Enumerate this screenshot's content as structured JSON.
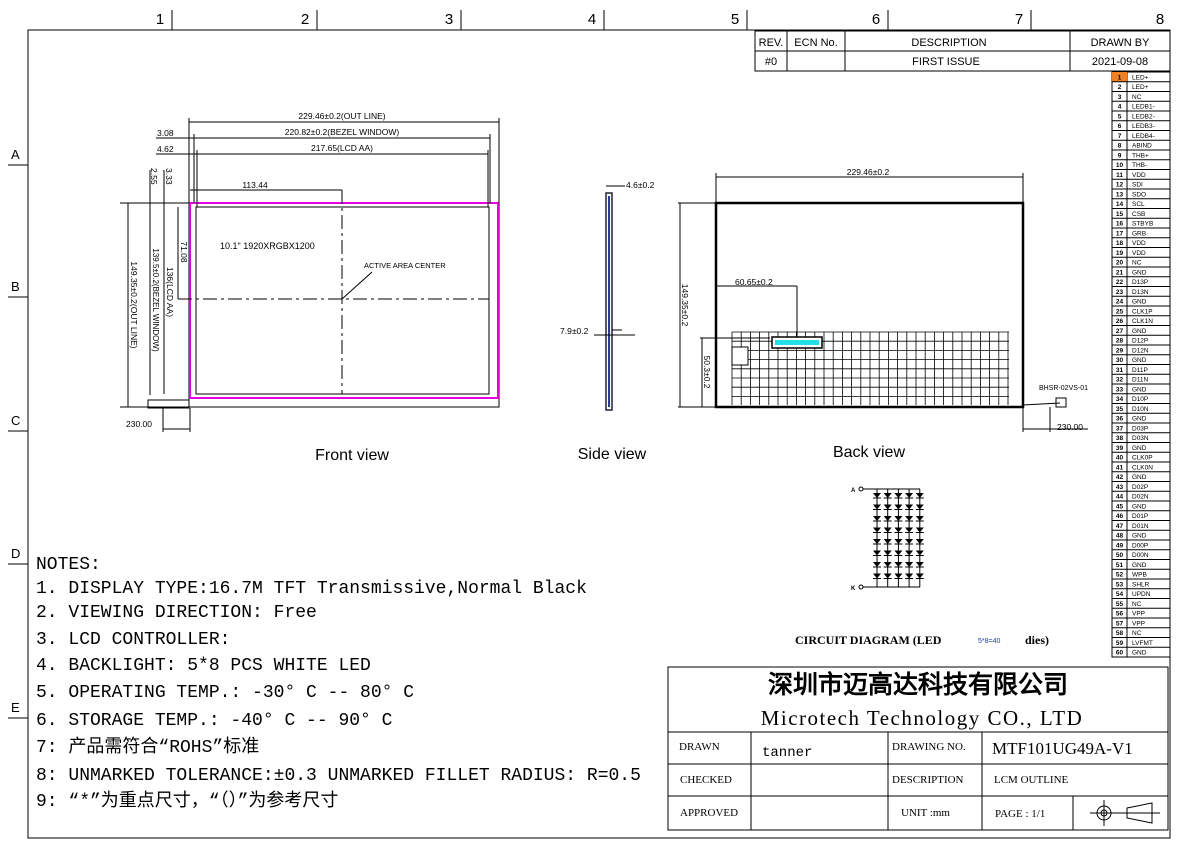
{
  "frame": {
    "columns": [
      "1",
      "2",
      "3",
      "4",
      "5",
      "6",
      "7",
      "8"
    ],
    "rows": [
      "A",
      "B",
      "C",
      "D",
      "E"
    ]
  },
  "revision_table": {
    "headers": [
      "REV.",
      "ECN  No.",
      "DESCRIPTION",
      "DRAWN  BY"
    ],
    "rows": [
      [
        "#0",
        "",
        "FIRST ISSUE",
        "2021-09-08"
      ]
    ]
  },
  "pins": [
    [
      "1",
      "LED+"
    ],
    [
      "2",
      "LED+"
    ],
    [
      "3",
      "NC"
    ],
    [
      "4",
      "LEDB1-"
    ],
    [
      "5",
      "LEDB2-"
    ],
    [
      "6",
      "LEDB3-"
    ],
    [
      "7",
      "LEDB4-"
    ],
    [
      "8",
      "ABIND"
    ],
    [
      "9",
      "THB+"
    ],
    [
      "10",
      "THB-"
    ],
    [
      "11",
      "VDD"
    ],
    [
      "12",
      "SDI"
    ],
    [
      "13",
      "SDO"
    ],
    [
      "14",
      "SCL"
    ],
    [
      "15",
      "CSB"
    ],
    [
      "16",
      "STBYB"
    ],
    [
      "17",
      "GRB"
    ],
    [
      "18",
      "VDD"
    ],
    [
      "19",
      "VDD"
    ],
    [
      "20",
      "NC"
    ],
    [
      "21",
      "GND"
    ],
    [
      "22",
      "D13P"
    ],
    [
      "23",
      "D13N"
    ],
    [
      "24",
      "GND"
    ],
    [
      "25",
      "CLK1P"
    ],
    [
      "26",
      "CLK1N"
    ],
    [
      "27",
      "GND"
    ],
    [
      "28",
      "D12P"
    ],
    [
      "29",
      "D12N"
    ],
    [
      "30",
      "GND"
    ],
    [
      "31",
      "D11P"
    ],
    [
      "32",
      "D11N"
    ],
    [
      "33",
      "GND"
    ],
    [
      "34",
      "D10P"
    ],
    [
      "35",
      "D10N"
    ],
    [
      "36",
      "GND"
    ],
    [
      "37",
      "D03P"
    ],
    [
      "38",
      "D03N"
    ],
    [
      "39",
      "GND"
    ],
    [
      "40",
      "CLK0P"
    ],
    [
      "41",
      "CLK0N"
    ],
    [
      "42",
      "GND"
    ],
    [
      "43",
      "D02P"
    ],
    [
      "44",
      "D02N"
    ],
    [
      "45",
      "GND"
    ],
    [
      "46",
      "D01P"
    ],
    [
      "47",
      "D01N"
    ],
    [
      "48",
      "GND"
    ],
    [
      "49",
      "D00P"
    ],
    [
      "50",
      "D00N"
    ],
    [
      "51",
      "GND"
    ],
    [
      "52",
      "WPB"
    ],
    [
      "53",
      "SHLR"
    ],
    [
      "54",
      "UPDN"
    ],
    [
      "55",
      "NC"
    ],
    [
      "56",
      "VPP"
    ],
    [
      "57",
      "VPP"
    ],
    [
      "58",
      "NC"
    ],
    [
      "59",
      "LVFMT"
    ],
    [
      "60",
      "GND"
    ]
  ],
  "front_view": {
    "label": "Front view",
    "outline_width": "229.46±0.2(OUT LINE)",
    "bezel_width": "220.82±0.2(BEZEL WINDOW)",
    "aa_width": "217.65(LCD AA)",
    "offset_308": "3.08",
    "offset_462": "4.62",
    "offset_255": "2.55",
    "offset_333": "3.33",
    "center_x": "113.44",
    "center_y": "71.08",
    "outline_height": "149.35±0.2(OUT LINE)",
    "bezel_height": "139.5±0.2(BEZEL WINDOW)",
    "aa_height": "136(LCD AA)",
    "cable_length": "230.00",
    "spec": "10.1\" 1920XRGBX1200",
    "center_note": "ACTIVE AREA CENTER"
  },
  "side_view": {
    "label": "Side view",
    "thickness": "4.6±0.2",
    "step": "7.9±0.2"
  },
  "back_view": {
    "label": "Back view",
    "width": "229.46±0.2",
    "height": "149.35±0.2",
    "fpc_offset": "60.65±0.2",
    "fpc_height": "50.3±0.2",
    "connector": "BHSR-02VS-01",
    "cable_length": "230.00"
  },
  "circuit": {
    "anode": "A",
    "cathode": "K",
    "title_prefix": "CIRCUIT  DIAGRAM  (LED",
    "count": "5*8=40",
    "title_suffix": "dies)",
    "count_color": "#1a3fb0"
  },
  "notes": {
    "title": "NOTES:",
    "items": [
      "1. DISPLAY TYPE:16.7M TFT Transmissive,Normal Black",
      "2. VIEWING DIRECTION:   Free",
      "3. LCD CONTROLLER:",
      "4. BACKLIGHT: 5*8 PCS WHITE LED",
      "5. OPERATING TEMP.:  -30° C -- 80° C",
      "6. STORAGE TEMP.:    -40° C -- 90° C",
      "7: 产品需符合“ROHS”标准",
      "8: UNMARKED TOLERANCE:±0.3 UNMARKED FILLET RADIUS: R=0.5",
      "9: “*”为重点尺寸，“（）”为参考尺寸"
    ]
  },
  "title_block": {
    "company_cn": "深圳市迈高达科技有限公司",
    "company_en": "Microtech Technology CO., LTD",
    "drawn_label": "DRAWN",
    "drawn_value": "tanner",
    "drawing_no_label": "DRAWING NO.",
    "drawing_no_value": "MTF101UG49A-V1",
    "checked_label": "CHECKED",
    "checked_value": "",
    "description_label": "DESCRIPTION",
    "description_value": "LCM OUTLINE",
    "approved_label": "APPROVED",
    "approved_value": "",
    "unit": "UNIT :mm",
    "page": "PAGE  : 1/1"
  },
  "colors": {
    "bezel": "#e000e0",
    "fpc": "#20e0e8",
    "pin1_highlight": "#f08020"
  }
}
